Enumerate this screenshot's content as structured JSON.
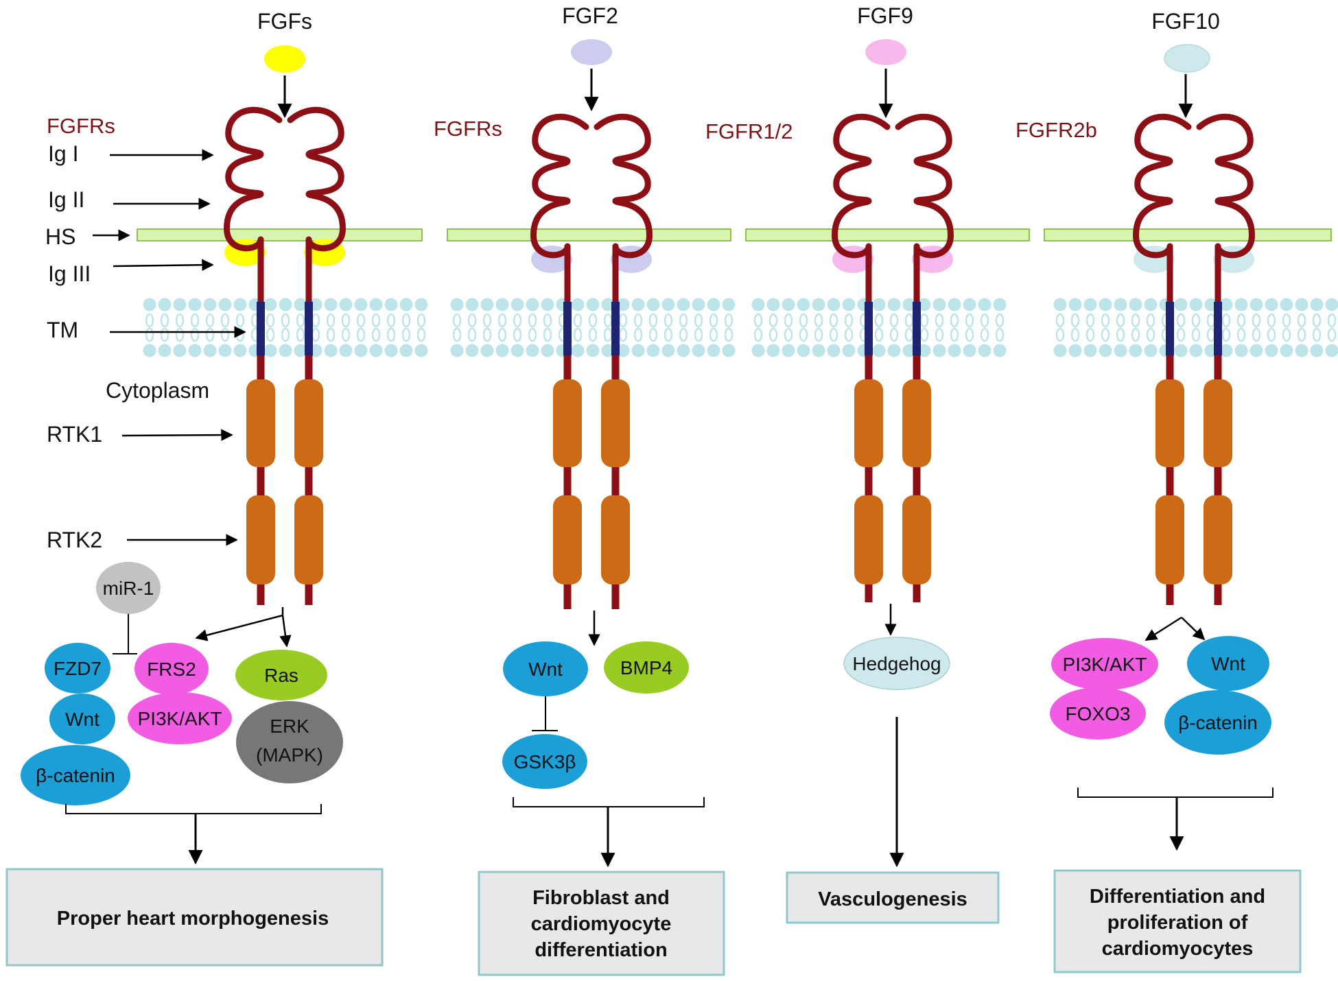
{
  "left_labels": {
    "ig1": "Ig I",
    "ig2": "Ig II",
    "hs": "HS",
    "ig3": "Ig III",
    "tm": "TM",
    "cytoplasm": "Cytoplasm",
    "rtk1": "RTK1",
    "rtk2": "RTK2"
  },
  "panels": [
    {
      "ligand": "FGFs",
      "receptor": "FGFRs",
      "ligand_color": "#ffff00",
      "outcome": [
        "Proper heart morphogenesis"
      ]
    },
    {
      "ligand": "FGF2",
      "receptor": "FGFRs",
      "ligand_color": "#ccccee",
      "outcome": [
        "Fibroblast and",
        "cardiomyocyte",
        "differentiation"
      ]
    },
    {
      "ligand": "FGF9",
      "receptor": "FGFR1/2",
      "ligand_color": "#f7b8ec",
      "outcome": [
        "Vasculogenesis"
      ]
    },
    {
      "ligand": "FGF10",
      "receptor": "FGFR2b",
      "ligand_color": "#cde9ec",
      "outcome": [
        "Differentiation and",
        "proliferation of",
        "cardiomyocytes"
      ]
    }
  ],
  "molecules": {
    "p1": {
      "mir1": "miR-1",
      "fzd7": "FZD7",
      "wnt": "Wnt",
      "bcatenin": "β-catenin",
      "frs2": "FRS2",
      "pi3k": "PI3K/AKT",
      "ras": "Ras",
      "erk": "ERK",
      "mapk": "(MAPK)"
    },
    "p2": {
      "wnt": "Wnt",
      "bmp4": "BMP4",
      "gsk3b": "GSK3β"
    },
    "p3": {
      "hedgehog": "Hedgehog"
    },
    "p4": {
      "pi3k": "PI3K/AKT",
      "foxo3": "FOXO3",
      "wnt": "Wnt",
      "bcatenin": "β-catenin"
    }
  },
  "colors": {
    "receptor": "#8b0f14",
    "transmembrane": "#1f2470",
    "kinase": "#cc6a16",
    "heparan_sulfate_fill": "#d8f5b0",
    "heparan_sulfate_stroke": "#8cc24a",
    "membrane": "#bde4e8",
    "blue_molecule": "#1b9fd6",
    "magenta_molecule": "#f25ce2",
    "green_molecule": "#99cc22",
    "gray_molecule": "#777777",
    "light_gray_molecule": "#c2c2c2",
    "outcome_box_fill": "#e8e8e8",
    "outcome_box_stroke": "#8ec7cc"
  }
}
